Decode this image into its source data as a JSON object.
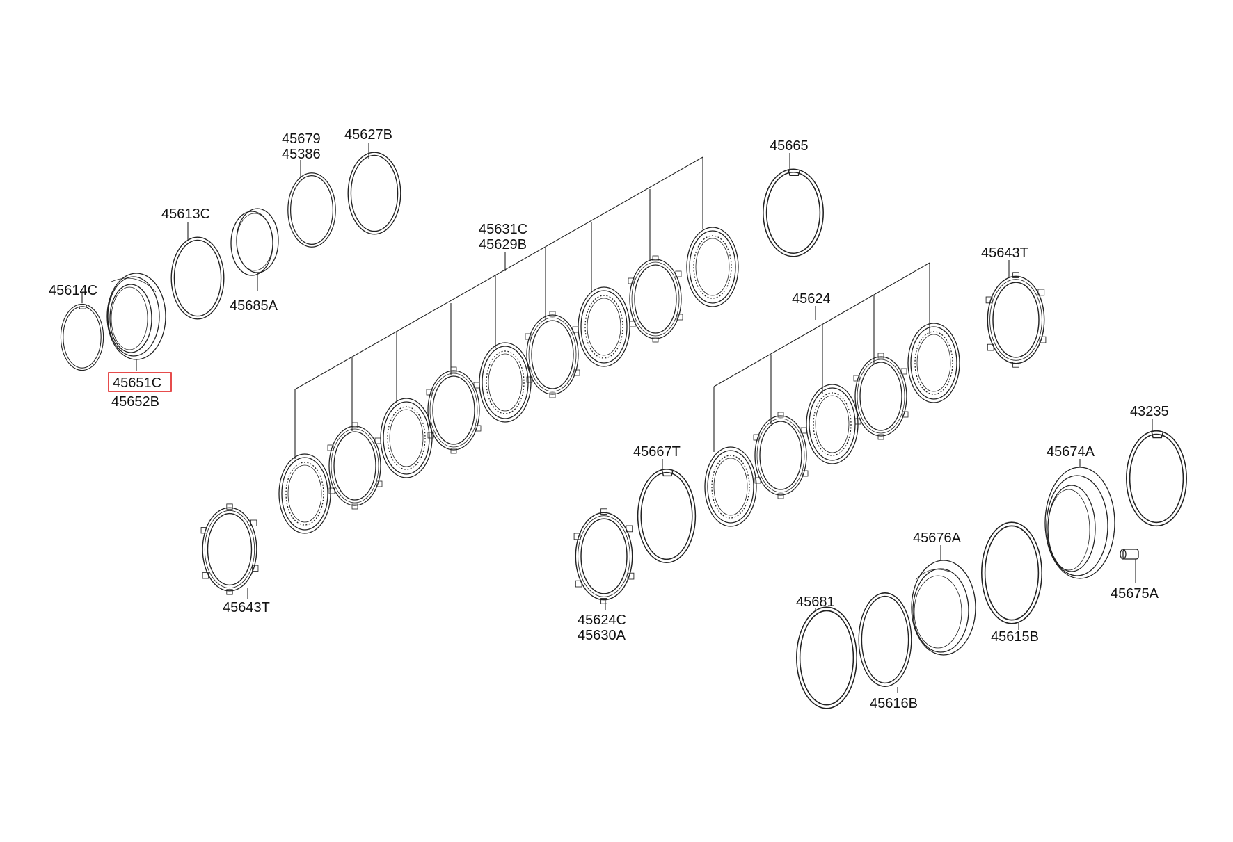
{
  "diagram": {
    "labels": {
      "p45614C": "45614C",
      "p45651C": "45651C",
      "p45652B": "45652B",
      "p45613C": "45613C",
      "p45685A": "45685A",
      "p45679": "45679",
      "p45386": "45386",
      "p45627B": "45627B",
      "p45631C": "45631C",
      "p45629B": "45629B",
      "p45665": "45665",
      "p45643T_top": "45643T",
      "p45624": "45624",
      "p45643T_bottom": "45643T",
      "p45667T": "45667T",
      "p45624C": "45624C",
      "p45630A": "45630A",
      "p43235": "43235",
      "p45674A": "45674A",
      "p45676A": "45676A",
      "p45675A": "45675A",
      "p45681": "45681",
      "p45615B": "45615B",
      "p45616B": "45616B"
    },
    "highlight_color": "#e02020",
    "line_color": "#222222",
    "icons": [
      "snap-ring",
      "clutch-piston",
      "seal-ring",
      "friction-disc",
      "steel-plate",
      "pin"
    ]
  }
}
